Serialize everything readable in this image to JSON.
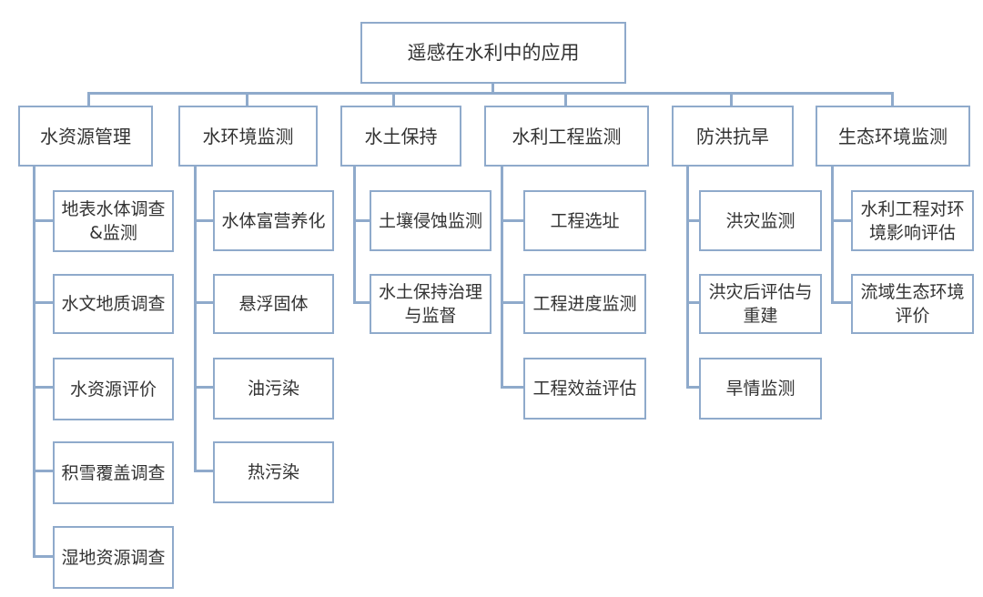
{
  "root": {
    "label": "遥感在水利中的应用"
  },
  "categories": [
    {
      "label": "水资源管理",
      "items": [
        "地表水体调查&监测",
        "水文地质调查",
        "水资源评价",
        "积雪覆盖调查",
        "湿地资源调查"
      ]
    },
    {
      "label": "水环境监测",
      "items": [
        "水体富营养化",
        "悬浮固体",
        "油污染",
        "热污染"
      ]
    },
    {
      "label": "水土保持",
      "items": [
        "土壤侵蚀监测",
        "水土保持治理与监督"
      ]
    },
    {
      "label": "水利工程监测",
      "items": [
        "工程选址",
        "工程进度监测",
        "工程效益评估"
      ]
    },
    {
      "label": "防洪抗旱",
      "items": [
        "洪灾监测",
        "洪灾后评估与重建",
        "旱情监测"
      ]
    },
    {
      "label": "生态环境监测",
      "items": [
        "水利工程对环境影响评估",
        "流域生态环境评价"
      ]
    }
  ],
  "colors": {
    "border": "#8faacb",
    "line": "#8faacb",
    "text": "#333333",
    "background": "#ffffff"
  }
}
